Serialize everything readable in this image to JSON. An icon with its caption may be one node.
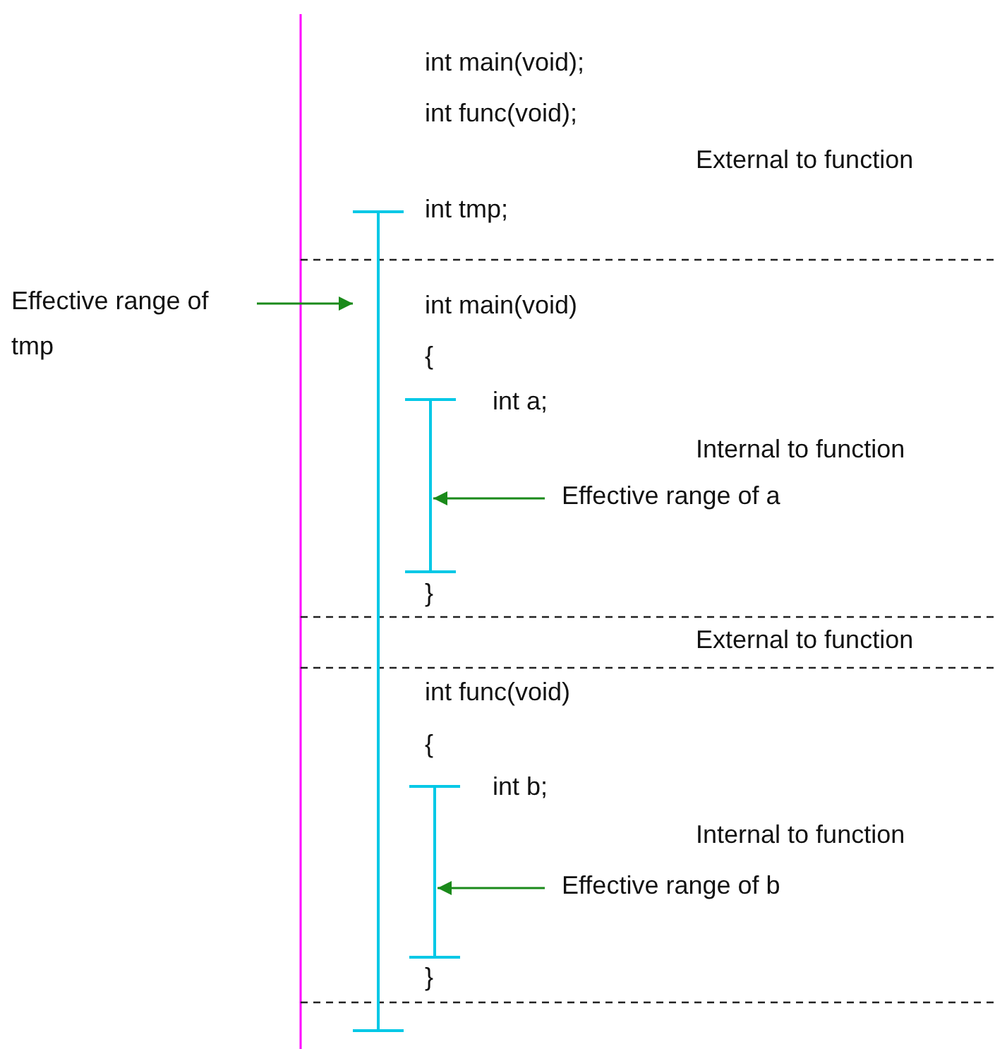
{
  "diagram": {
    "nodes": [
      {
        "text": [
          "Effective range of tmp"
        ]
      },
      {
        "text": [],
        "shape": "bar"
      },
      {
        "text": [
          "Effective range of a"
        ]
      },
      {
        "text": [],
        "shape": "bar"
      },
      {
        "text": [
          "Effective range of b"
        ]
      },
      {
        "text": [],
        "shape": "bar"
      }
    ],
    "edges": [
      {
        "from": 0,
        "to": 1,
        "arrow": "to"
      },
      {
        "from": 2,
        "to": 3,
        "arrow": "to"
      },
      {
        "from": 4,
        "to": 5,
        "arrow": "to"
      }
    ],
    "labels": [
      "int main(void);",
      "int func(void);",
      "External to function",
      "int tmp;",
      "int main(void)",
      "{",
      "int a;",
      "Internal to function",
      "}",
      "External to function",
      "int func(void)",
      "{",
      "int b;",
      "Internal to function",
      "}"
    ]
  }
}
